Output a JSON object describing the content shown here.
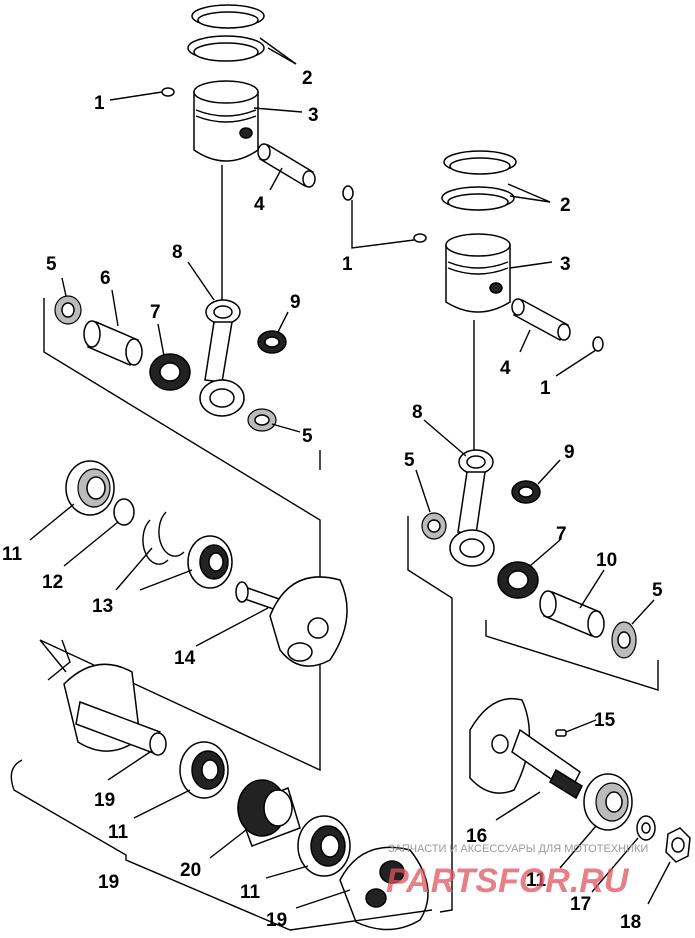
{
  "callouts": {
    "c1a": "1",
    "c2a": "2",
    "c3a": "3",
    "c4a": "4",
    "c1b": "1",
    "c2b": "2",
    "c3b": "3",
    "c4b": "4",
    "c1c": "1",
    "c5a": "5",
    "c6": "6",
    "c7a": "7",
    "c8a": "8",
    "c9a": "9",
    "c5b": "5",
    "c8b": "8",
    "c9b": "9",
    "c5c": "5",
    "c7b": "7",
    "c10": "10",
    "c5d": "5",
    "c11a": "11",
    "c12": "12",
    "c13": "13",
    "c14": "14",
    "c19a": "19",
    "c11b": "11",
    "c20": "20",
    "c11c": "11",
    "c19b": "19",
    "c19c": "19",
    "c15": "15",
    "c16": "16",
    "c11d": "11",
    "c17": "17",
    "c18": "18"
  },
  "watermark": {
    "tagline": "ЗАПЧАСТИ И АКСЕССУАРЫ ДЛЯ МОТОТЕХНИКИ",
    "logo": "PARTSFOR.RU"
  },
  "colors": {
    "ink": "#000000",
    "watermark_red": "#e0555e",
    "watermark_grey": "#9a9a9a"
  }
}
